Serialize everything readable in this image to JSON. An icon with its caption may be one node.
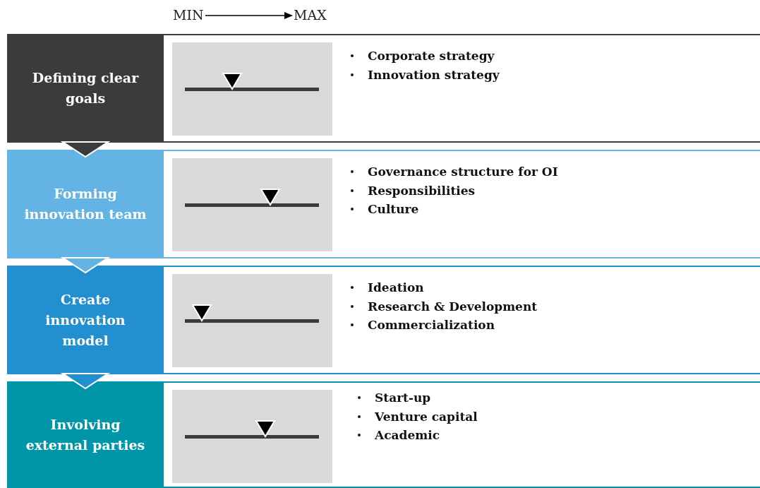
{
  "diagram": {
    "nodes": [
      {
        "text": [
          "Defining clear goals"
        ]
      },
      {
        "text": [
          "Corporate strategy",
          "Innovation strategy"
        ]
      },
      {
        "text": [
          "Forming innovation team"
        ]
      },
      {
        "text": [
          "Governance structure for OI",
          "Responsibilities",
          "Culture"
        ]
      },
      {
        "text": [
          "Create innovation model"
        ]
      },
      {
        "text": [
          "Ideation",
          "Research & Development",
          "Commercialization"
        ]
      },
      {
        "text": [
          "Involving external parties"
        ]
      },
      {
        "text": [
          "Start-up",
          "Venture capital",
          "Academic"
        ]
      }
    ],
    "edges": [
      {
        "from": 0,
        "to": 2,
        "arrow": "to",
        "color": "#3b3b3d"
      },
      {
        "from": 2,
        "to": 4,
        "arrow": "to",
        "color": "#63b3e4"
      },
      {
        "from": 4,
        "to": 6,
        "arrow": "to",
        "color": "#2290d0"
      }
    ],
    "labels": [
      "MIN",
      "MAX"
    ]
  }
}
